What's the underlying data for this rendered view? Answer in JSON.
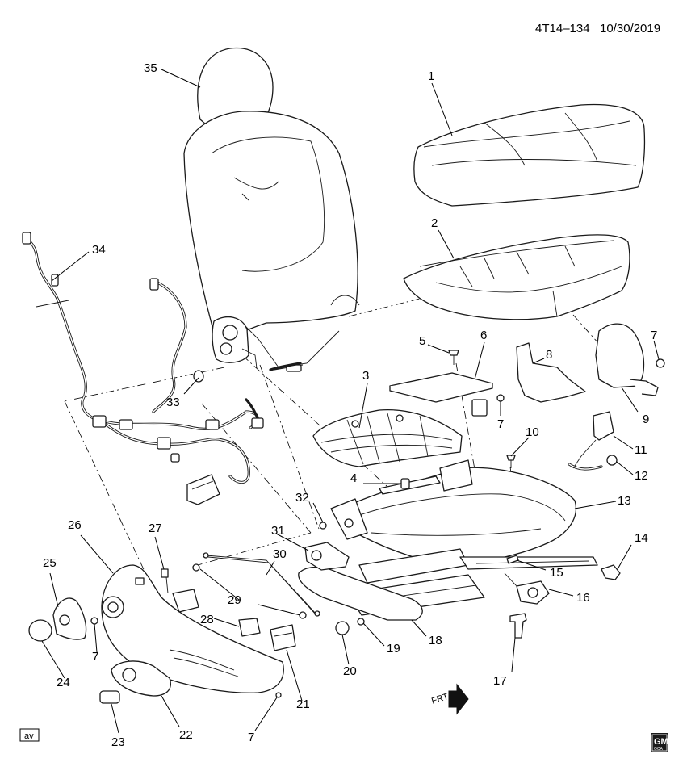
{
  "header": {
    "code": "4T14–134",
    "date": "10/30/2019"
  },
  "corner_tag": "av",
  "logo": {
    "text": "GM",
    "sub": "OCA"
  },
  "front_arrow": "FRT",
  "callouts": {
    "p1": "1",
    "p2": "2",
    "p3": "3",
    "p4": "4",
    "p5": "5",
    "p6": "6",
    "p7a": "7",
    "p7b": "7",
    "p7c": "7",
    "p7d": "7",
    "p8": "8",
    "p9": "9",
    "p10": "10",
    "p11": "11",
    "p12": "12",
    "p13": "13",
    "p14": "14",
    "p15": "15",
    "p16": "16",
    "p17": "17",
    "p18": "18",
    "p19": "19",
    "p20": "20",
    "p21": "21",
    "p22": "22",
    "p23": "23",
    "p24": "24",
    "p25": "25",
    "p26": "26",
    "p27": "27",
    "p28": "28",
    "p29": "29",
    "p30": "30",
    "p31": "31",
    "p32": "32",
    "p33": "33",
    "p34": "34",
    "p35": "35"
  }
}
